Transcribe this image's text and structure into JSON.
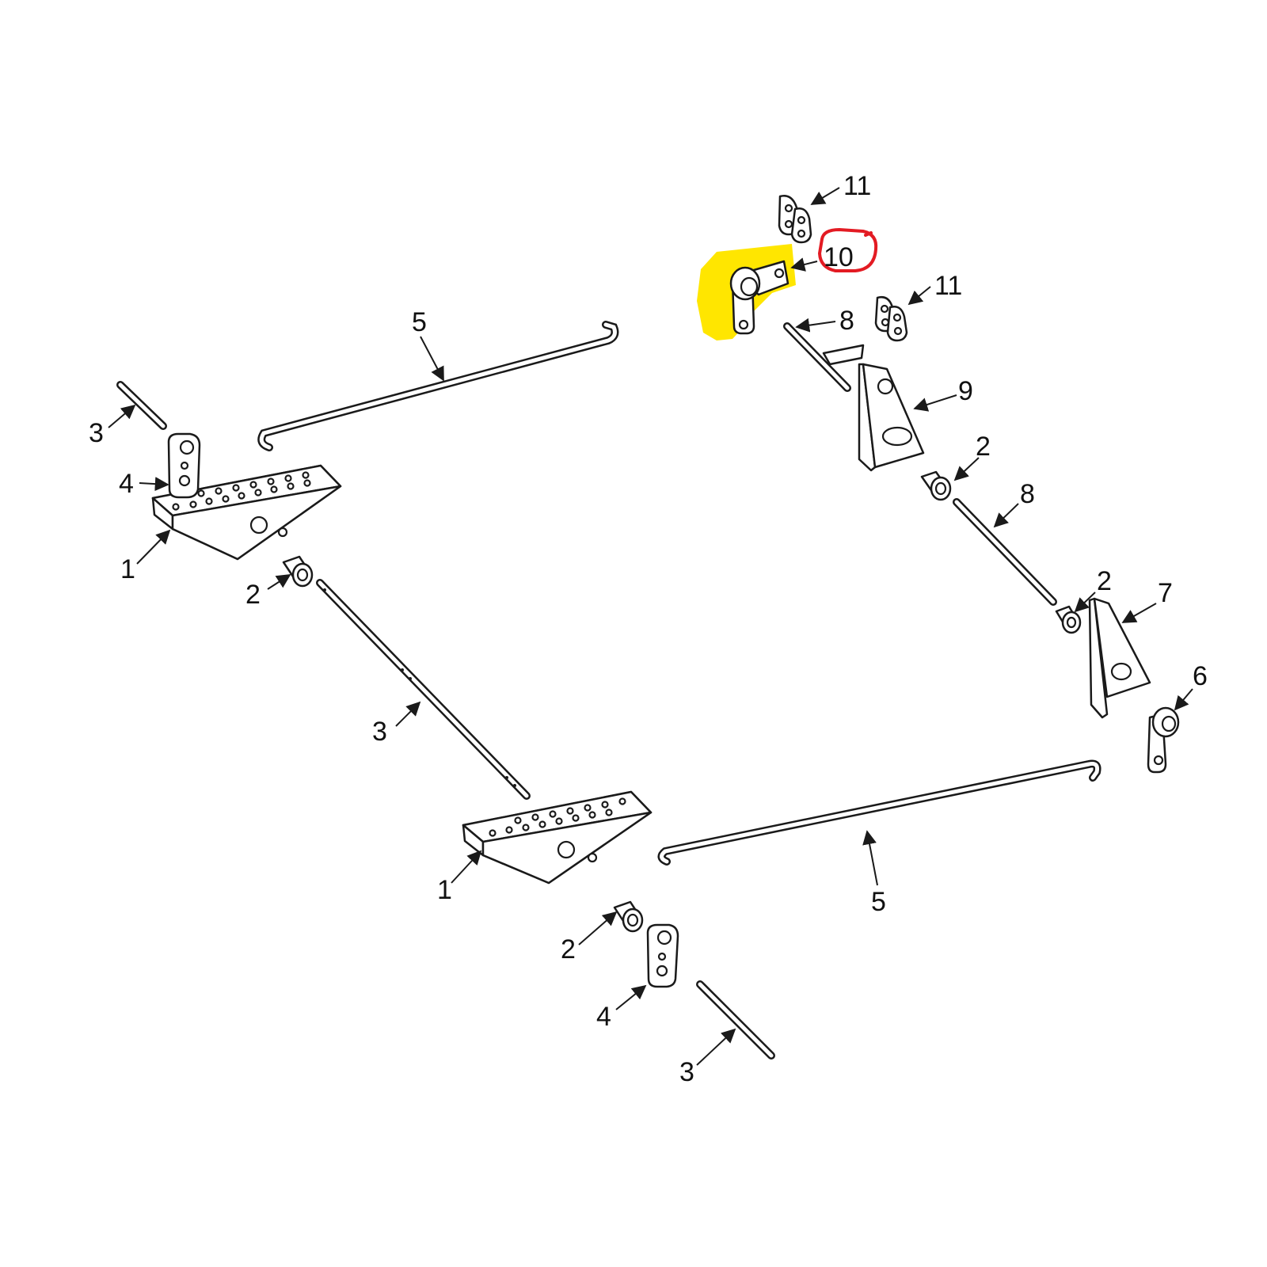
{
  "diagram": {
    "colors": {
      "line": "#1a1a1a",
      "highlight": "#ffe600",
      "annotation_circle": "#e31b23"
    },
    "callouts": {
      "top_left_pin_3": "3",
      "top_left_plate_4": "4",
      "top_left_bracket_1": "1",
      "top_left_bushing_2": "2",
      "top_rod_5": "5",
      "diagonal_rod_3": "3",
      "bottom_bracket_1": "1",
      "bottom_bushing_2": "2",
      "bottom_plate_4": "4",
      "bottom_pin_3": "3",
      "bottom_rod_5": "5",
      "upper_link_11": "11",
      "lever_10": "10",
      "right_link_11": "11",
      "short_pin_8": "8",
      "bracket_9": "9",
      "right_bushing_2_upper": "2",
      "right_rod_8": "8",
      "right_bushing_2_lower": "2",
      "bracket_7": "7",
      "lever_6": "6"
    },
    "highlighted_part": "10"
  }
}
